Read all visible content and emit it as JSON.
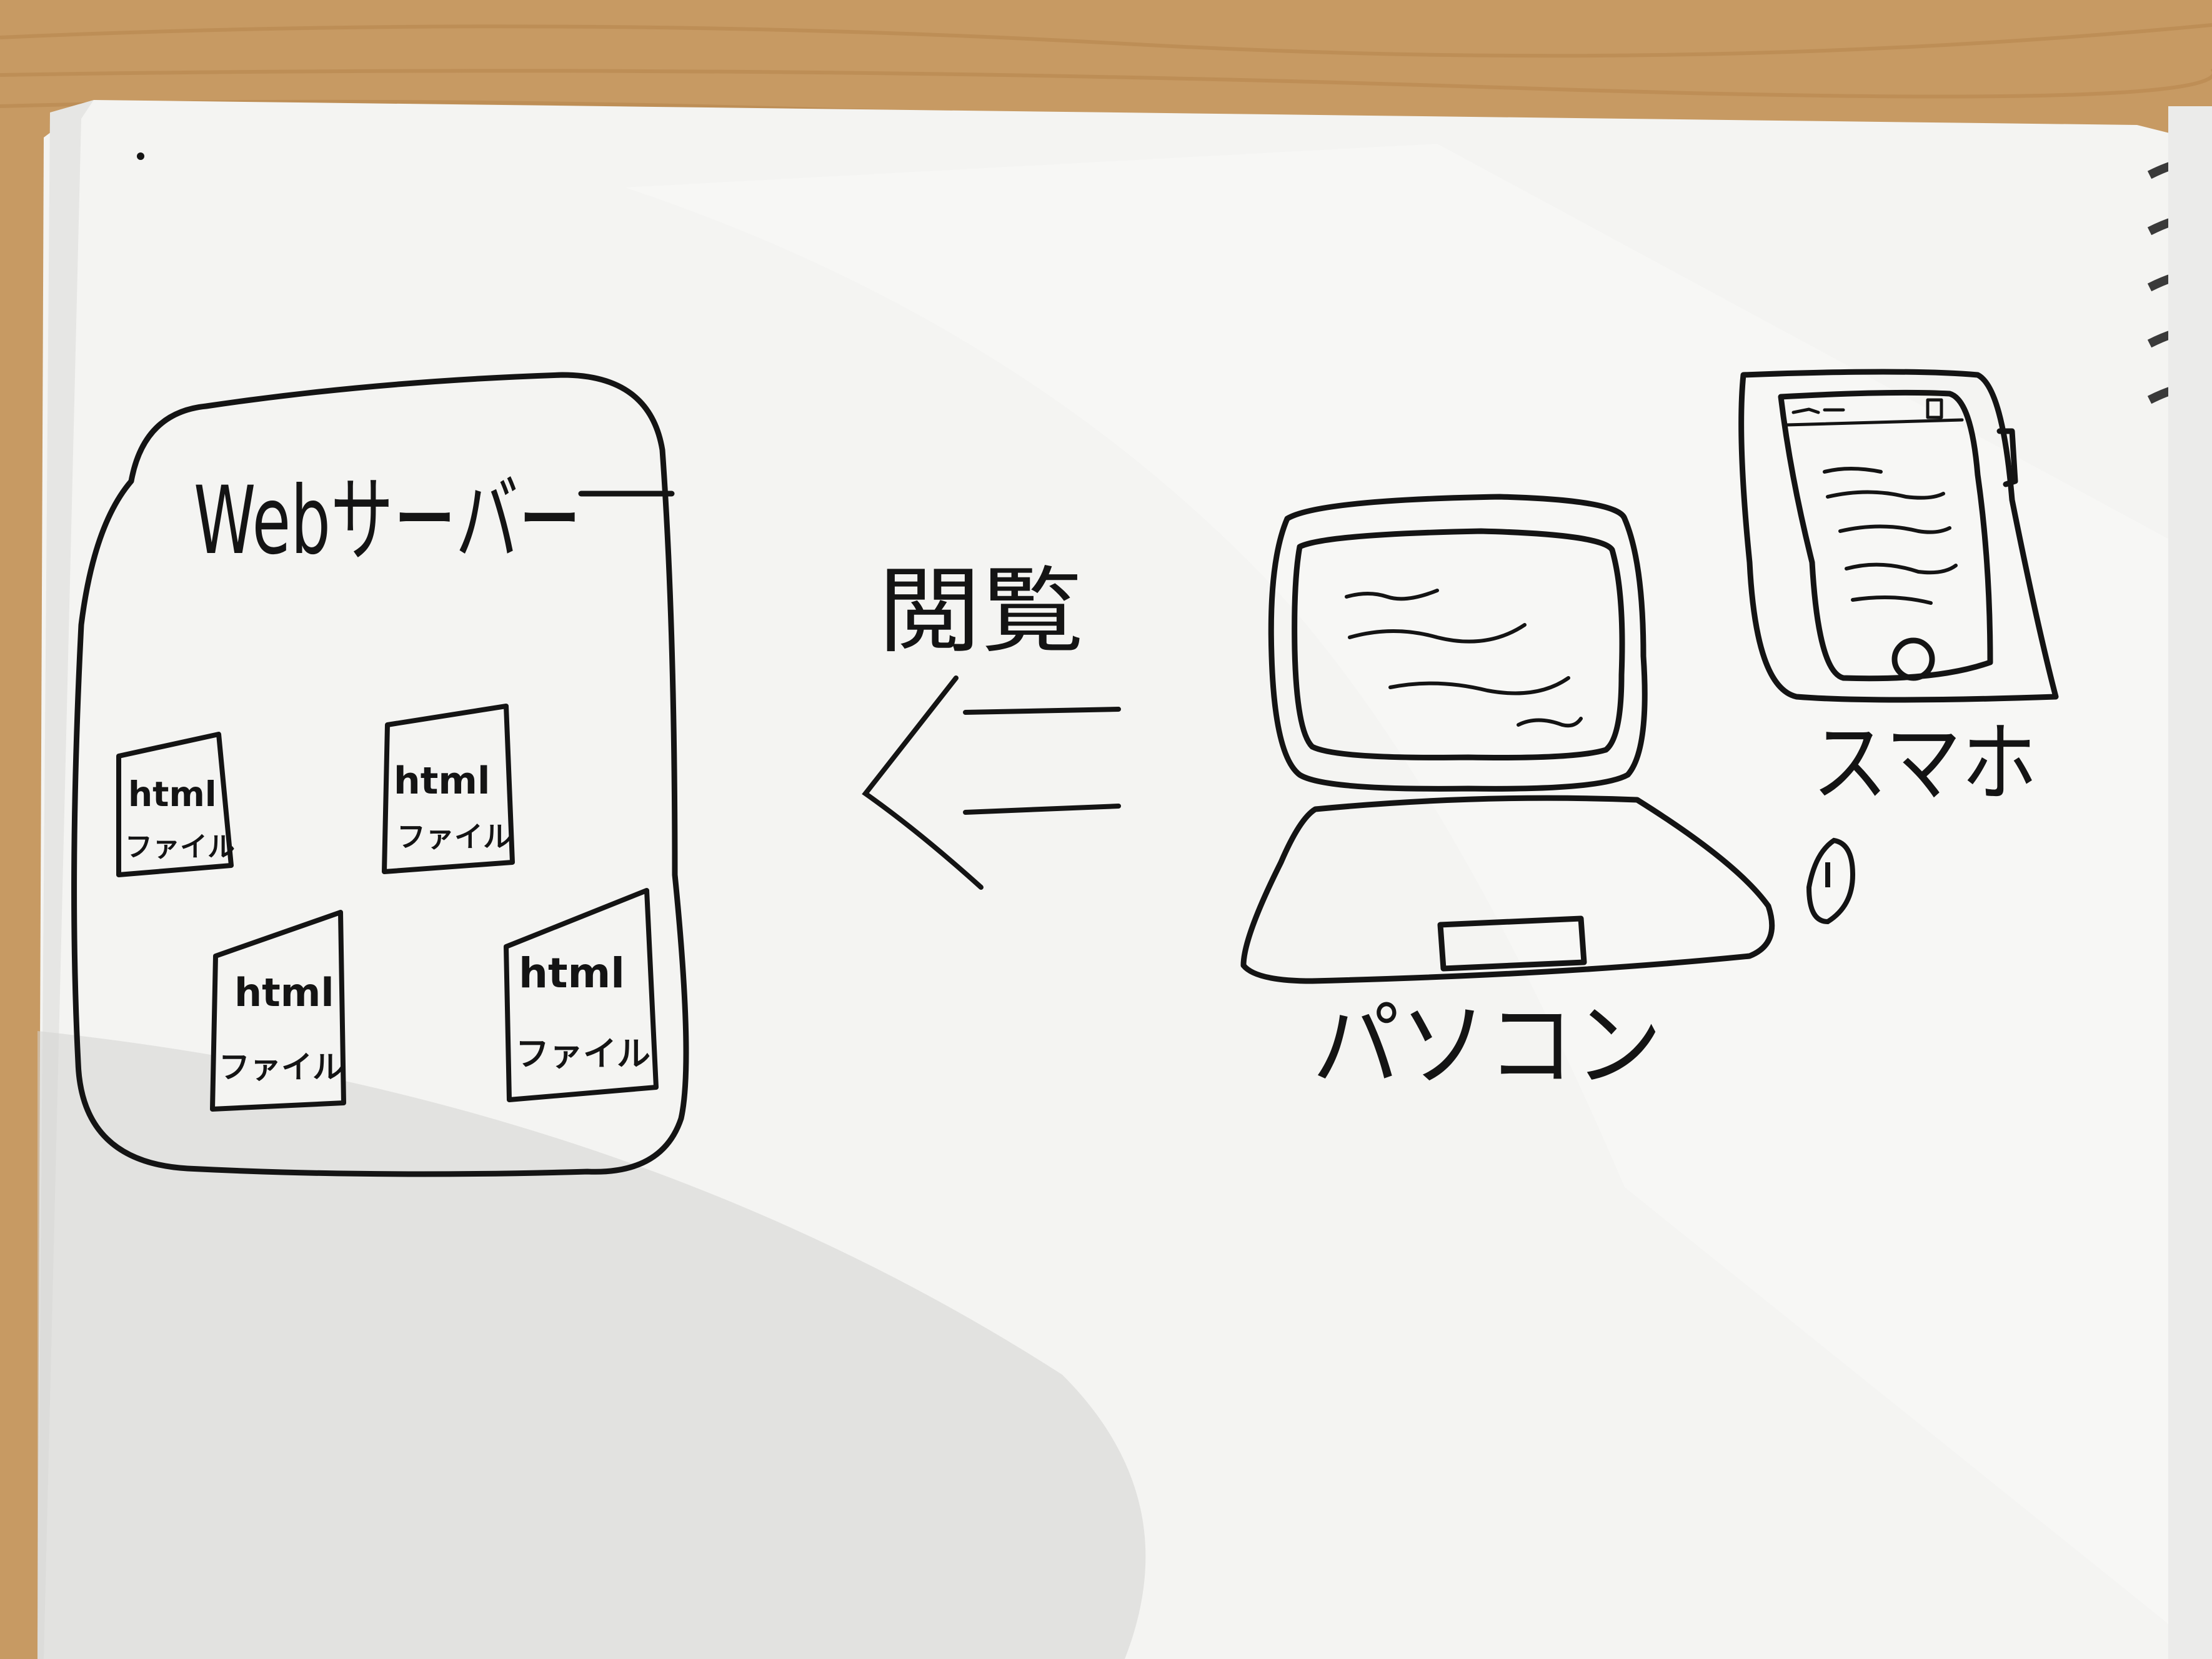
{
  "colors": {
    "desk": "#c79a63",
    "paper": "#f4f4f2",
    "paper_shadow": "#d9d9d7",
    "ink": "#141414",
    "spiral": "#3a3a3a"
  },
  "server": {
    "title": "Webサーバー",
    "files": [
      {
        "line1": "html",
        "line2": "ファイル"
      },
      {
        "line1": "html",
        "line2": "ファイル"
      },
      {
        "line1": "html",
        "line2": "ファイル"
      },
      {
        "line1": "html",
        "line2": "ファイル"
      }
    ]
  },
  "arrow": {
    "label": "閲覧"
  },
  "pc": {
    "label": "パソコン"
  },
  "phone": {
    "label": "スマホ"
  }
}
